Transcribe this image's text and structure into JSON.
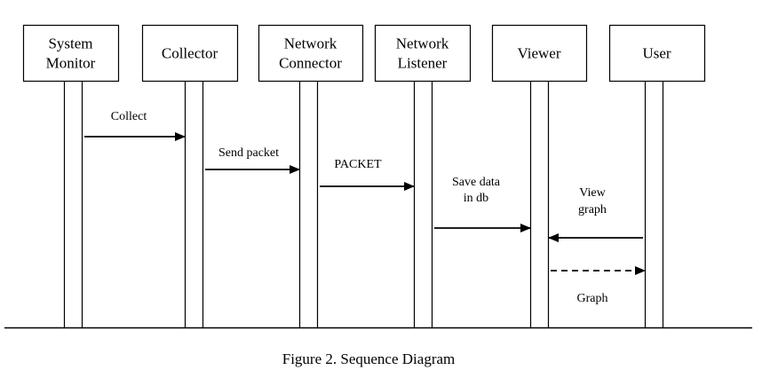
{
  "diagram": {
    "type": "sequence",
    "actors": [
      {
        "id": "system-monitor",
        "lines": [
          "System",
          "Monitor"
        ]
      },
      {
        "id": "collector",
        "lines": [
          "Collector"
        ]
      },
      {
        "id": "network-connector",
        "lines": [
          "Network",
          "Connector"
        ]
      },
      {
        "id": "network-listener",
        "lines": [
          "Network",
          "Listener"
        ]
      },
      {
        "id": "viewer",
        "lines": [
          "Viewer"
        ]
      },
      {
        "id": "user",
        "lines": [
          "User"
        ]
      }
    ],
    "messages": [
      {
        "from": "system-monitor",
        "to": "collector",
        "lines": [
          "Collect"
        ],
        "style": "solid"
      },
      {
        "from": "collector",
        "to": "network-connector",
        "lines": [
          "Send packet"
        ],
        "style": "solid"
      },
      {
        "from": "network-connector",
        "to": "network-listener",
        "lines": [
          "PACKET"
        ],
        "style": "solid"
      },
      {
        "from": "network-listener",
        "to": "viewer",
        "lines": [
          "Save data",
          "in db"
        ],
        "style": "solid"
      },
      {
        "from": "user",
        "to": "viewer",
        "lines": [
          "View",
          "graph"
        ],
        "style": "solid"
      },
      {
        "from": "viewer",
        "to": "user",
        "lines": [
          "Graph"
        ],
        "style": "dashed"
      }
    ]
  },
  "caption": "Figure 2. Sequence Diagram"
}
